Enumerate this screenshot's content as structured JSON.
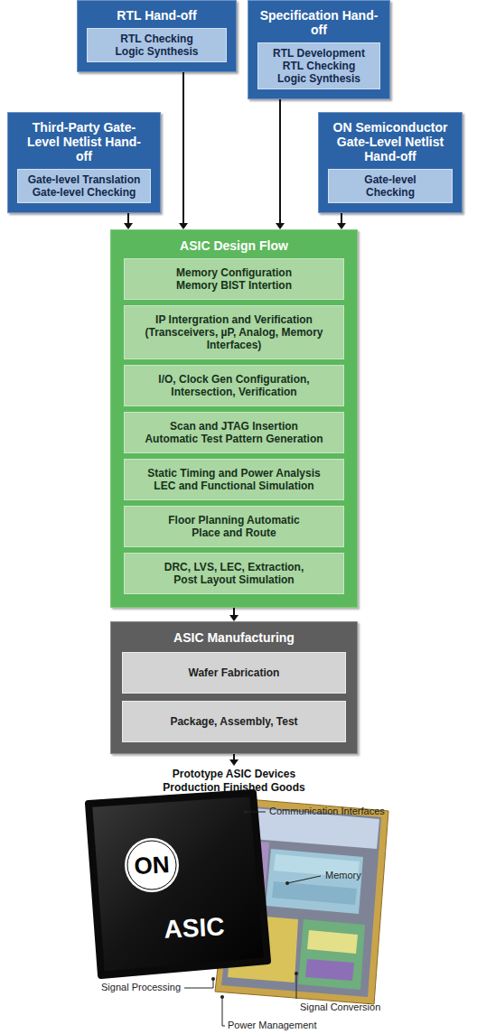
{
  "diagram": {
    "nodes": [
      {
        "text": [
          "RTL Hand-off"
        ]
      },
      {
        "text": [
          "RTL Checking Logic Synthesis"
        ],
        "in": 0
      },
      {
        "text": [
          "Specification Hand-off"
        ]
      },
      {
        "text": [
          "RTL Development RTL Checking Logic Synthesis"
        ],
        "in": 2
      },
      {
        "text": [
          "Third-Party Gate-Level Netlist Hand-off"
        ]
      },
      {
        "text": [
          "Gate-level Translation Gate-level Checking"
        ],
        "in": 4
      },
      {
        "text": [
          "ON Semiconductor Gate-Level Netlist Hand-off"
        ]
      },
      {
        "text": [
          "Gate-level Checking"
        ],
        "in": 6
      },
      {
        "text": [
          "ASIC Design Flow"
        ]
      },
      {
        "text": [
          "Memory Configuration Memory BIST Intertion"
        ],
        "in": 8
      },
      {
        "text": [
          "IP Intergration and Verification (Transceivers, µP, Analog, Memory Interfaces)"
        ],
        "in": 8
      },
      {
        "text": [
          "I/O, Clock Gen Configuration, Intersection, Verification"
        ],
        "in": 8
      },
      {
        "text": [
          "Scan and JTAG Insertion Automatic Test Pattern Generation"
        ],
        "in": 8
      },
      {
        "text": [
          "Static Timing and Power Analysis LEC and Functional Simulation"
        ],
        "in": 8
      },
      {
        "text": [
          "Floor Planning Automatic Place and Route"
        ],
        "in": 8
      },
      {
        "text": [
          "DRC, LVS, LEC, Extraction, Post Layout Simulation"
        ],
        "in": 8
      },
      {
        "text": [
          "ASIC Manufacturing"
        ]
      },
      {
        "text": [
          "Wafer Fabrication"
        ],
        "in": 16
      },
      {
        "text": [
          "Package, Assembly, Test"
        ],
        "in": 16
      }
    ],
    "edges": [
      {
        "from": 0,
        "to": 8,
        "arrow": "to"
      },
      {
        "from": 2,
        "to": 8,
        "arrow": "to"
      },
      {
        "from": 4,
        "to": 8,
        "arrow": "to"
      },
      {
        "from": 6,
        "to": 8,
        "arrow": "to"
      },
      {
        "from": 8,
        "to": 16,
        "arrow": "to"
      }
    ],
    "labels": [
      "Prototype ASIC Devices Production Finished Goods",
      "ON",
      "ASIC",
      "Communication Interfaces",
      "Memory",
      "Signal Processing",
      "Signal Conversion",
      "Power Management"
    ]
  }
}
